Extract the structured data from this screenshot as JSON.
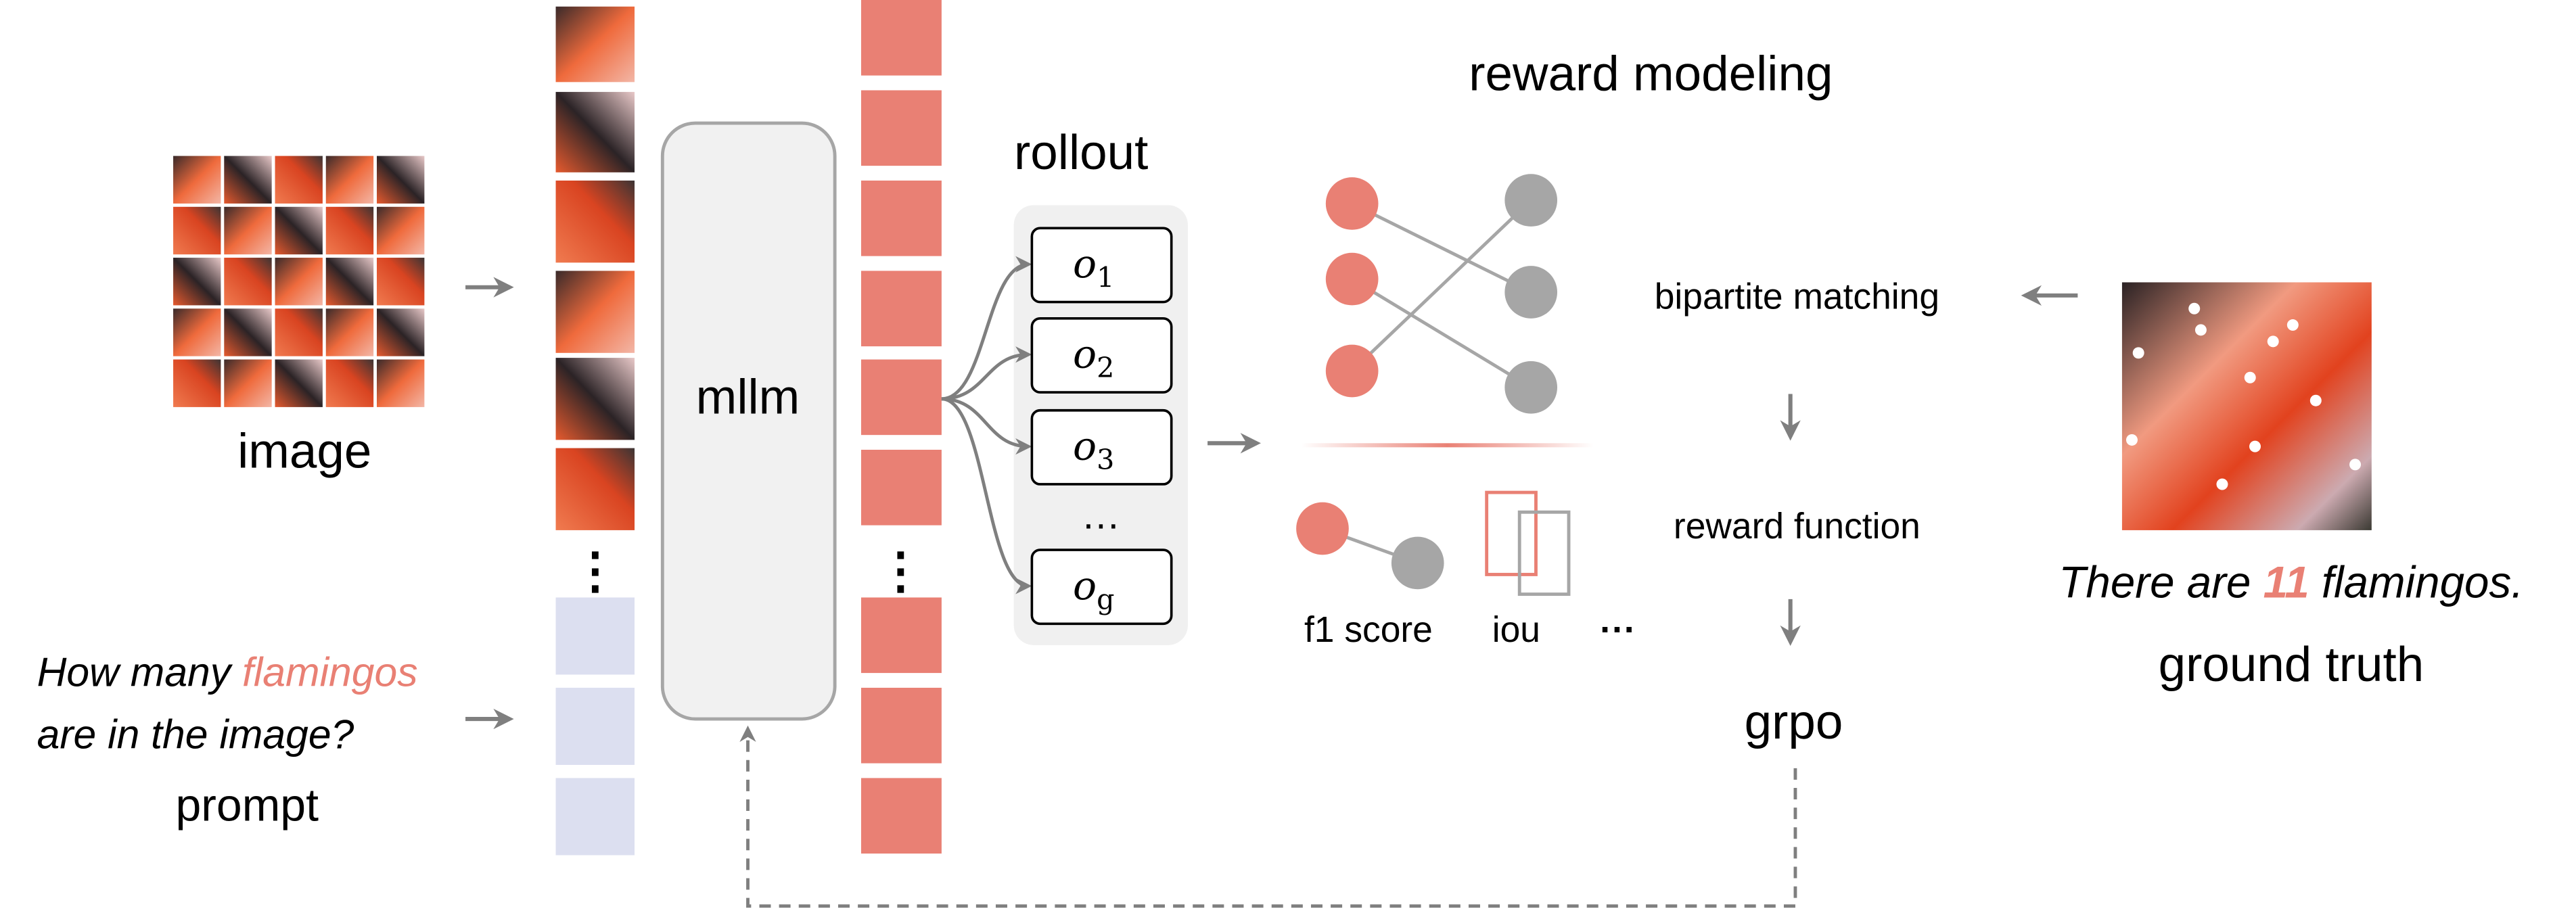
{
  "colors": {
    "accent": "#e98074",
    "token_text": "#dcdff0",
    "node_gray": "#a6a6a6",
    "arrow": "#7f7f7f",
    "panel": "#f1f1f1"
  },
  "input": {
    "image_label": "image",
    "prompt_line1_before": "How many ",
    "prompt_highlight": "flamingos",
    "prompt_line2": "are in the image?",
    "prompt_label": "prompt",
    "vertical_dots": "⋮"
  },
  "model": {
    "label": "mllm"
  },
  "rollout": {
    "title": "rollout",
    "outputs": [
      {
        "base": "o",
        "sub": "1"
      },
      {
        "base": "o",
        "sub": "2"
      },
      {
        "base": "o",
        "sub": "3"
      },
      {
        "base": "o",
        "sub": "g"
      }
    ],
    "ellipsis": "…"
  },
  "reward": {
    "title": "reward modeling",
    "bipartite_label": "bipartite matching",
    "reward_function_label": "reward function",
    "f1_label": "f1 score",
    "iou_label": "iou",
    "more": "···",
    "grpo_label": "grpo"
  },
  "ground_truth": {
    "before": "There are ",
    "count": "11",
    "after": " flamingos.",
    "label": "ground truth"
  }
}
